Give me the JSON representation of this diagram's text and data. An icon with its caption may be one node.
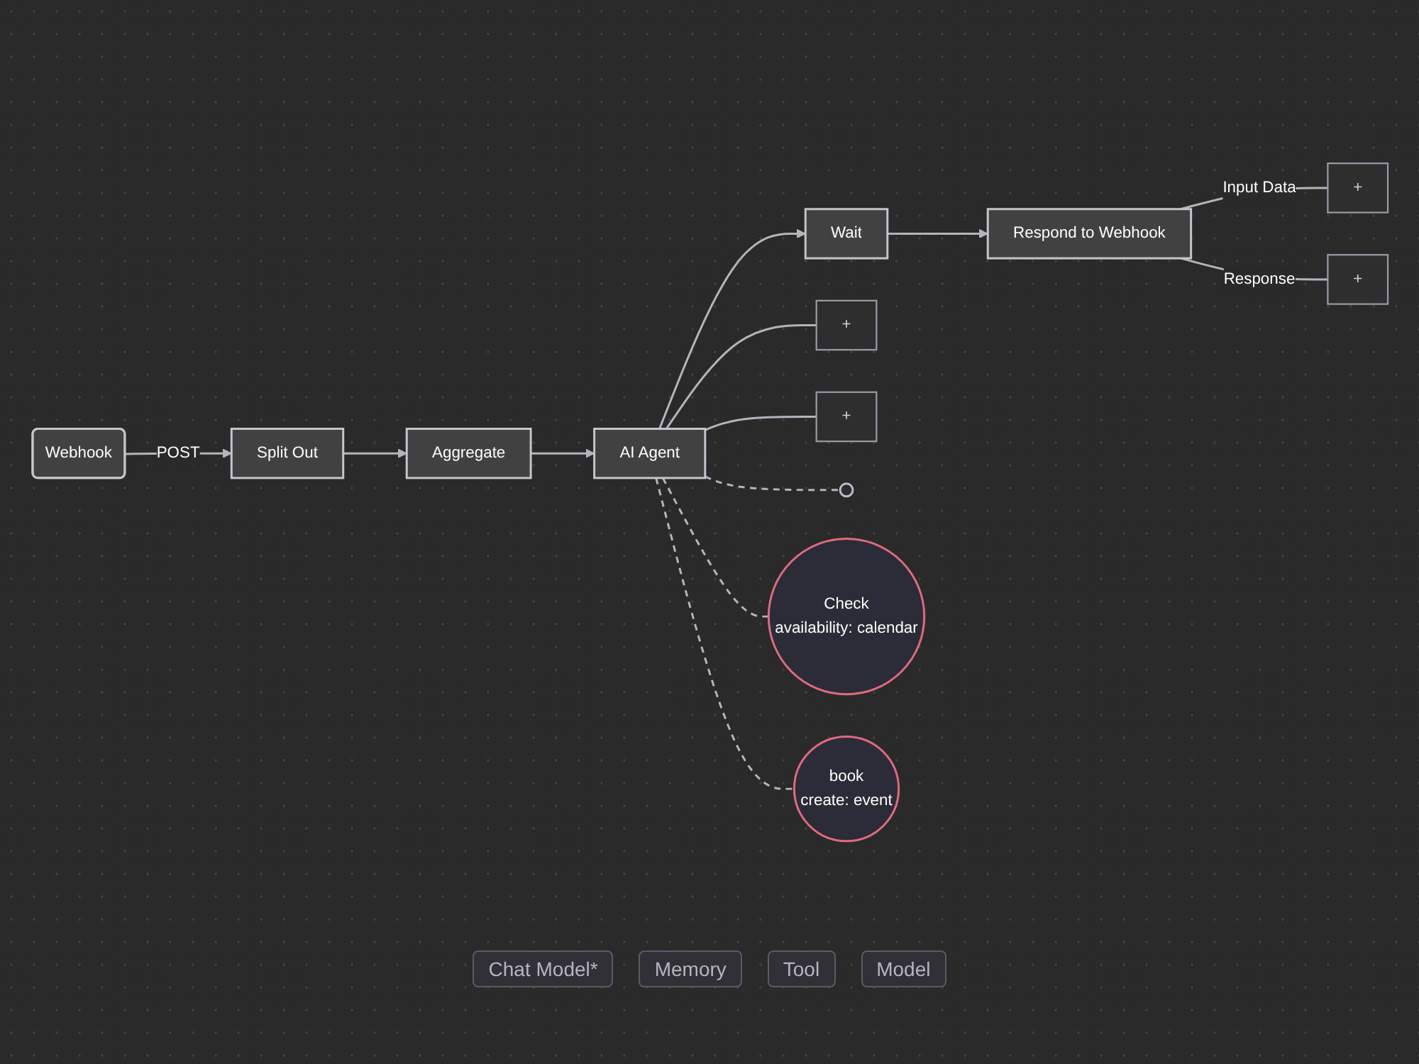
{
  "diagram": {
    "nodes": [
      {
        "text": [
          "Webhook"
        ]
      },
      {
        "text": [
          "Split Out"
        ]
      },
      {
        "text": [
          "Aggregate"
        ]
      },
      {
        "text": [
          "AI Agent"
        ]
      },
      {
        "text": [
          "Wait"
        ]
      },
      {
        "text": [
          "Respond to Webhook"
        ]
      },
      {
        "text": [
          "+"
        ]
      },
      {
        "text": [
          "+"
        ]
      },
      {
        "text": [
          "+"
        ]
      },
      {
        "text": [
          "+"
        ]
      },
      {
        "text": [],
        "shape": "circle"
      },
      {
        "text": [
          "Check",
          "availability: calendar"
        ]
      },
      {
        "text": [
          "book",
          "create: event"
        ]
      }
    ],
    "edges": [
      {
        "from": 0,
        "to": 1,
        "arrow": "to",
        "label": "POST"
      },
      {
        "from": 1,
        "to": 2,
        "arrow": "to"
      },
      {
        "from": 2,
        "to": 3,
        "arrow": "to"
      },
      {
        "from": 3,
        "to": 4,
        "arrow": "to"
      },
      {
        "from": 4,
        "to": 5,
        "arrow": "to"
      },
      {
        "from": 5,
        "to": 6,
        "arrow": "none",
        "label": "Input Data"
      },
      {
        "from": 5,
        "to": 7,
        "arrow": "none",
        "label": "Response"
      },
      {
        "from": 3,
        "to": 10,
        "arrow": "none",
        "style": "dashed"
      },
      {
        "from": 3,
        "to": 8,
        "arrow": "none"
      },
      {
        "from": 3,
        "to": 9,
        "arrow": "none"
      },
      {
        "from": 3,
        "to": 11,
        "arrow": "none",
        "style": "dashed"
      },
      {
        "from": 3,
        "to": 12,
        "arrow": "none",
        "style": "dashed"
      }
    ],
    "labels": [
      "Chat Model*",
      "Memory",
      "Tool",
      "Model"
    ]
  }
}
